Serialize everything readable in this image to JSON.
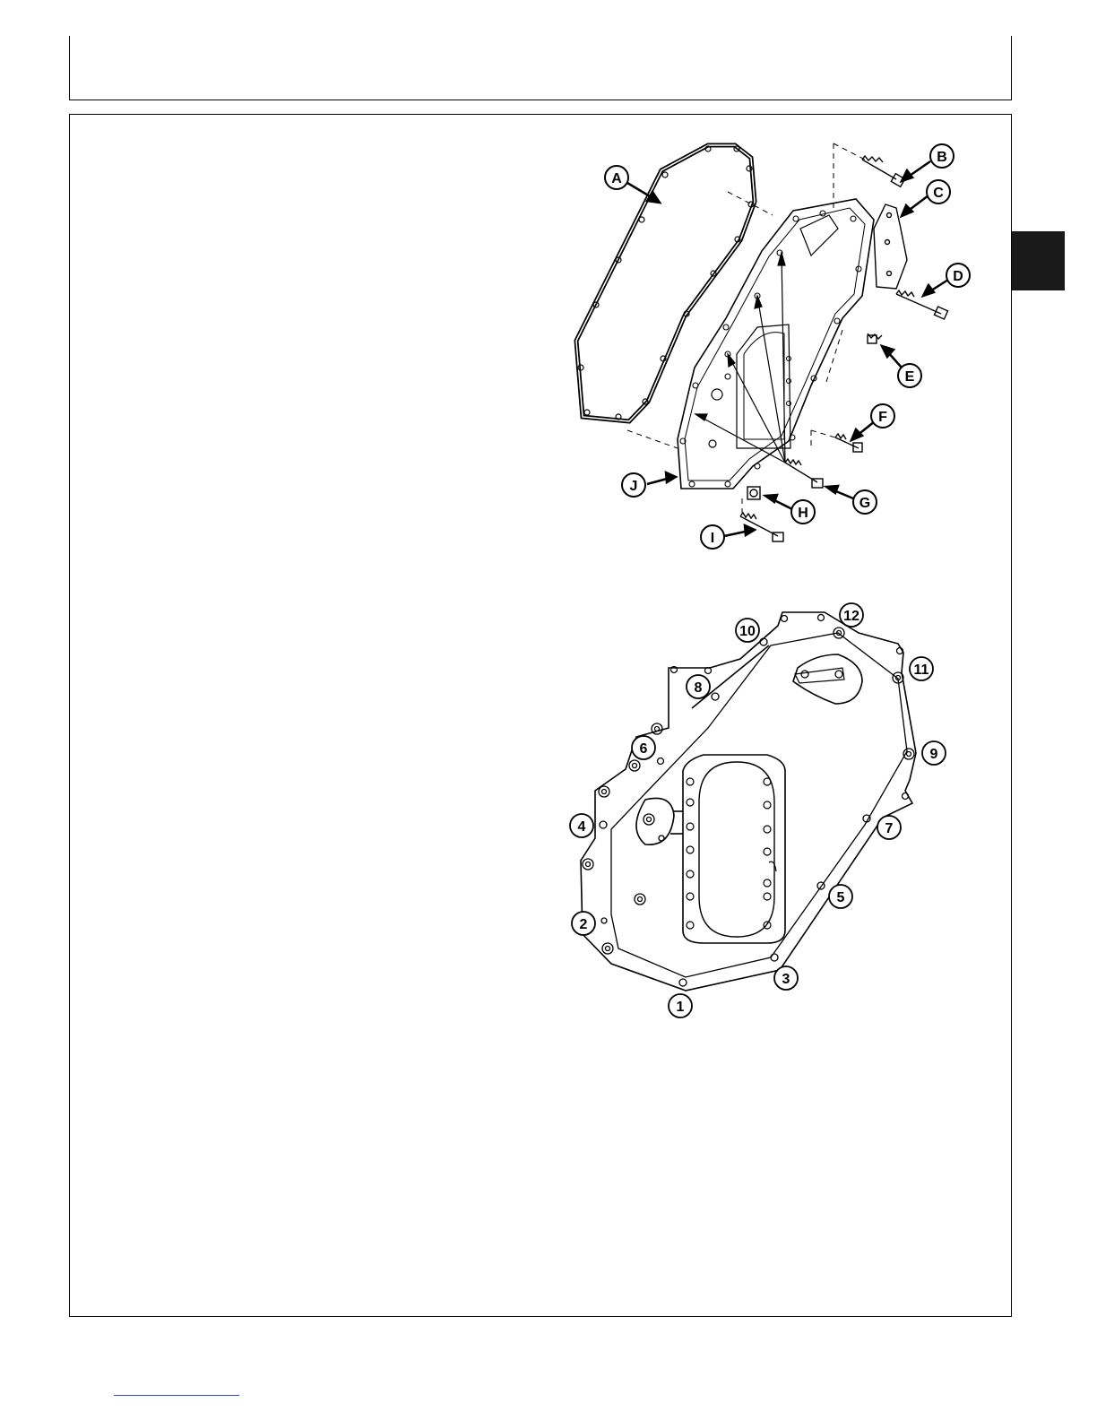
{
  "exploded_view": {
    "callouts": {
      "A": "A",
      "B": "B",
      "C": "C",
      "D": "D",
      "E": "E",
      "F": "F",
      "G": "G",
      "H": "H",
      "I": "I",
      "J": "J"
    }
  },
  "torque_sequence": {
    "numbers": {
      "n1": "1",
      "n2": "2",
      "n3": "3",
      "n4": "4",
      "n5": "5",
      "n6": "6",
      "n7": "7",
      "n8": "8",
      "n9": "9",
      "n10": "10",
      "n11": "11",
      "n12": "12"
    }
  }
}
